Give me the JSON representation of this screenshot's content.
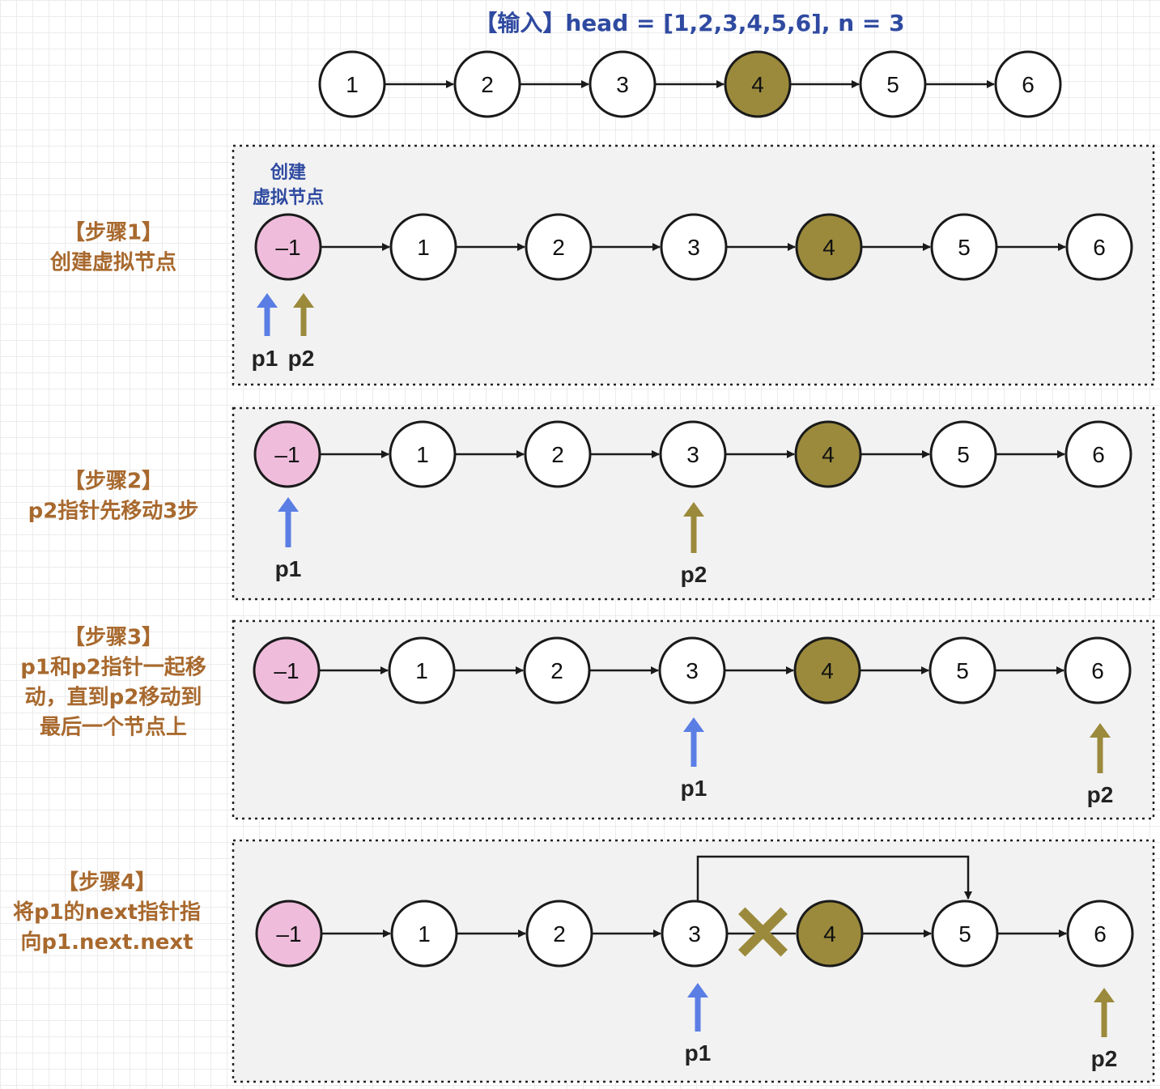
{
  "title": "【输入】head = [1,2,3,4,5,6], n = 3",
  "input_list": {
    "nodes": [
      "1",
      "2",
      "3",
      "4",
      "5",
      "6"
    ],
    "target_index": 3
  },
  "colors": {
    "title": "#2f4aa0",
    "step_label": "#a8692e",
    "dummy_label": "#2f4aa0",
    "node_fill": "#ffffff",
    "target_fill": "#9b8a3c",
    "dummy_fill": "#efbcdc",
    "stroke": "#1a1a1a",
    "p1": "#5b7ee5",
    "p2": "#9b8a3c",
    "panel_fill": "#f2f2f2",
    "panel_border": "#222222"
  },
  "steps": [
    {
      "label_lines": [
        "【步骤1】",
        "创建虚拟节点"
      ],
      "dummy_label_lines": [
        "创建",
        "虚拟节点"
      ],
      "nodes": [
        "–1",
        "1",
        "2",
        "3",
        "4",
        "5",
        "6"
      ],
      "p1_node": 0,
      "p2_node": 0,
      "p1_label": "p1",
      "p2_label": "p2"
    },
    {
      "label_lines": [
        "【步骤2】",
        "p2指针先移动3步"
      ],
      "nodes": [
        "–1",
        "1",
        "2",
        "3",
        "4",
        "5",
        "6"
      ],
      "p1_node": 0,
      "p2_node": 3,
      "p1_label": "p1",
      "p2_label": "p2"
    },
    {
      "label_lines": [
        "【步骤3】",
        "p1和p2指针一起移",
        "动，直到p2移动到",
        "最后一个节点上"
      ],
      "nodes": [
        "–1",
        "1",
        "2",
        "3",
        "4",
        "5",
        "6"
      ],
      "p1_node": 3,
      "p2_node": 6,
      "p1_label": "p1",
      "p2_label": "p2"
    },
    {
      "label_lines": [
        "【步骤4】",
        "将p1的next指针指",
        "向p1.next.next"
      ],
      "nodes": [
        "–1",
        "1",
        "2",
        "3",
        "4",
        "5",
        "6"
      ],
      "p1_node": 3,
      "p2_node": 6,
      "p1_label": "p1",
      "p2_label": "p2",
      "bypass_from": 3,
      "bypass_to": 5,
      "cut_after": 3
    }
  ]
}
